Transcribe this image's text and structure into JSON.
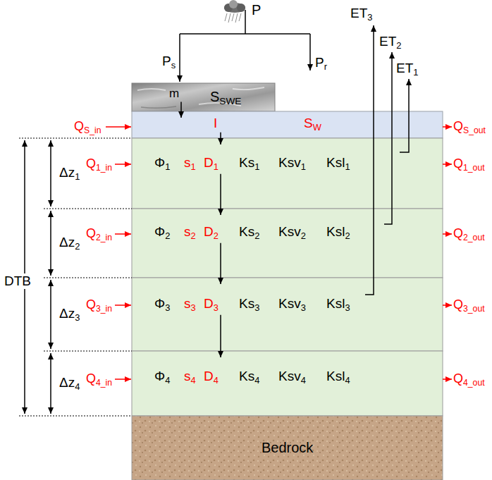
{
  "diagram": {
    "nodes": [
      {
        "text": [
          "m",
          "SSWE"
        ]
      },
      {
        "text": [
          "I",
          "SW"
        ]
      },
      {
        "text": [
          "Φ1",
          "s1",
          "D1",
          "Ks1",
          "Ksv1",
          "Ksl1"
        ]
      },
      {
        "text": [
          "Φ2",
          "s2",
          "D2",
          "Ks2",
          "Ksv2",
          "Ksl2"
        ]
      },
      {
        "text": [
          "Φ3",
          "s3",
          "D3",
          "Ks3",
          "Ksv3",
          "Ksl3"
        ]
      },
      {
        "text": [
          "Φ4",
          "s4",
          "D4",
          "Ks4",
          "Ksv4",
          "Ksl4"
        ]
      },
      {
        "text": [
          "Bedrock"
        ]
      }
    ],
    "edges": [
      {
        "from": 0,
        "to": 1,
        "arrow": "to"
      },
      {
        "from": 1,
        "to": 2,
        "arrow": "to"
      },
      {
        "from": 2,
        "to": 3,
        "arrow": "to"
      },
      {
        "from": 3,
        "to": 4,
        "arrow": "to"
      },
      {
        "from": 4,
        "to": 5,
        "arrow": "to"
      }
    ],
    "labels": [
      "P",
      "Ps",
      "Pr",
      "ET3",
      "ET2",
      "ET1",
      "QS_in",
      "QS_out",
      "Δz1",
      "Q1_in",
      "Q1_out",
      "Δz2",
      "Q2_in",
      "Q2_out",
      "Δz3",
      "Q3_in",
      "Q3_out",
      "Δz4",
      "Q4_in",
      "Q4_out",
      "DTB"
    ]
  }
}
